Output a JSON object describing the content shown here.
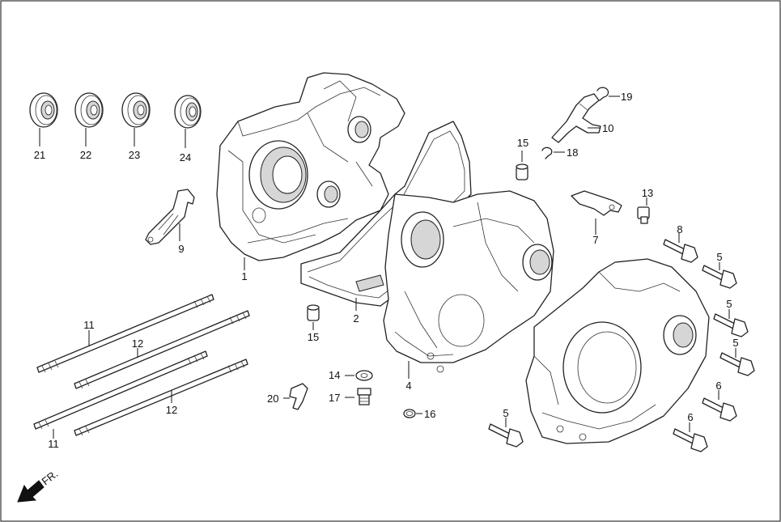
{
  "labels": {
    "l1": "1",
    "l2": "2",
    "l4": "4",
    "l5a": "5",
    "l5b": "5",
    "l5c": "5",
    "l5d": "5",
    "l6a": "6",
    "l6b": "6",
    "l7": "7",
    "l8": "8",
    "l9": "9",
    "l10": "10",
    "l11a": "11",
    "l11b": "11",
    "l12a": "12",
    "l12b": "12",
    "l13": "13",
    "l14": "14",
    "l15a": "15",
    "l15b": "15",
    "l16": "16",
    "l17": "17",
    "l18": "18",
    "l19": "19",
    "l20": "20",
    "l21": "21",
    "l22": "22",
    "l23": "23",
    "l24": "24"
  },
  "direction": {
    "text": "FR.",
    "icon": "front-direction-arrow-icon"
  }
}
